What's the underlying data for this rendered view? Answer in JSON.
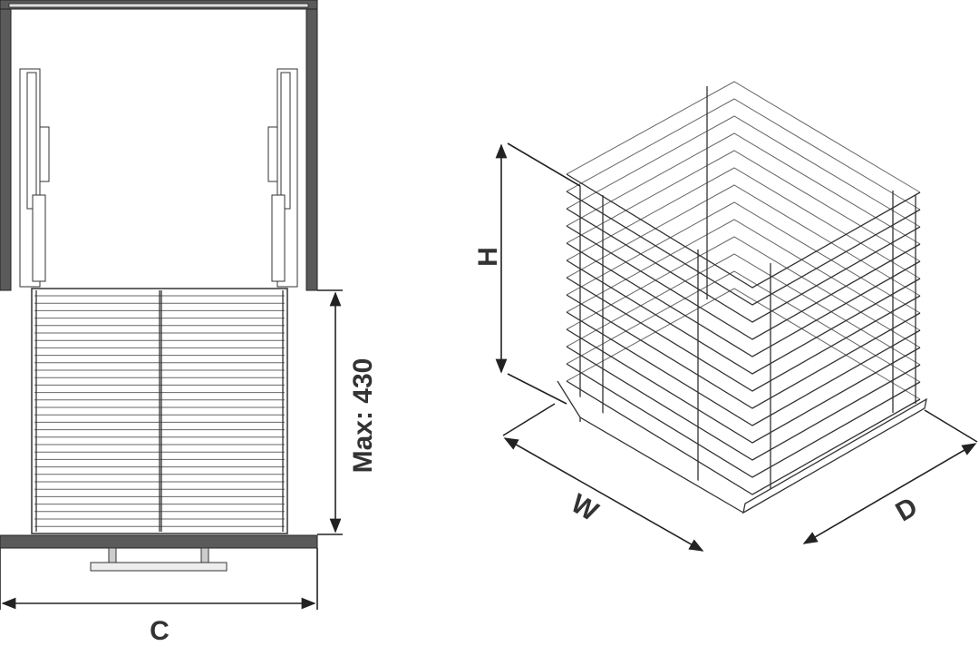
{
  "labels": {
    "max_height": "Max: 430",
    "cabinet_width": "C",
    "height": "H",
    "width": "W",
    "depth": "D"
  },
  "colors": {
    "cabinet_wall": "#5a5a5a",
    "line": "#333333"
  }
}
